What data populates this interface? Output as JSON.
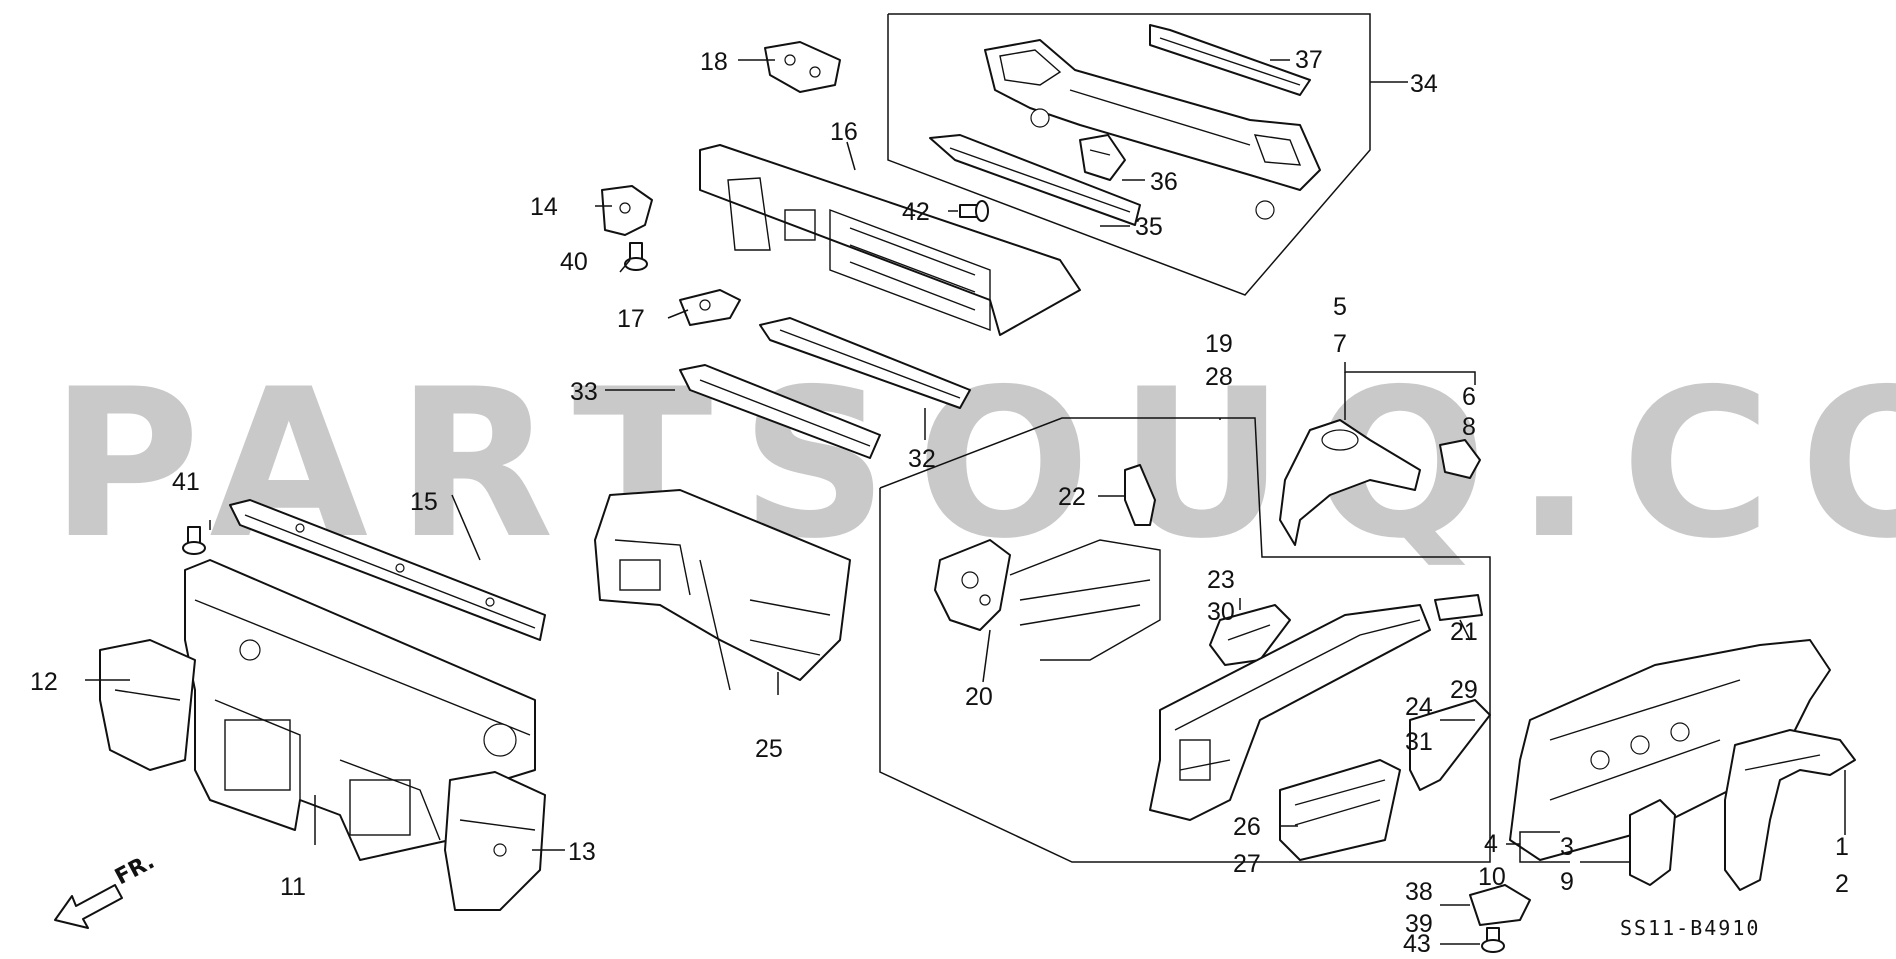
{
  "watermark": "PARTSOUQ.COM",
  "diagram_code": "SS11-B4910",
  "direction_label": "FR.",
  "callouts": {
    "c1": "1",
    "c2": "2",
    "c3": "3",
    "c4": "4",
    "c5": "5",
    "c6": "6",
    "c7": "7",
    "c8": "8",
    "c9": "9",
    "c10": "10",
    "c11": "11",
    "c12": "12",
    "c13": "13",
    "c14": "14",
    "c15": "15",
    "c16": "16",
    "c17": "17",
    "c18": "18",
    "c19": "19",
    "c20": "20",
    "c21": "21",
    "c22": "22",
    "c23": "23",
    "c24": "24",
    "c25": "25",
    "c26": "26",
    "c27": "27",
    "c28": "28",
    "c29": "29",
    "c30": "30",
    "c31": "31",
    "c32": "32",
    "c33": "33",
    "c34": "34",
    "c35": "35",
    "c36": "36",
    "c37": "37",
    "c38": "38",
    "c39": "39",
    "c40": "40",
    "c41": "41",
    "c42": "42",
    "c43": "43"
  }
}
